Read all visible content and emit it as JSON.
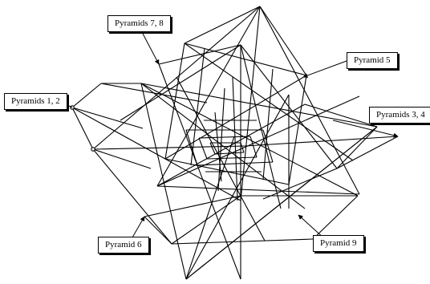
{
  "labels": {
    "pyr78": "Pyramids 7, 8",
    "pyr5": "Pyramid 5",
    "pyr12": "Pyramids 1, 2",
    "pyr34": "Pyramids 3, 4",
    "pyr6": "Pyramid 6",
    "pyr9": "Pyramid 9"
  },
  "colors": {
    "line": "#000000",
    "background": "#ffffff"
  }
}
